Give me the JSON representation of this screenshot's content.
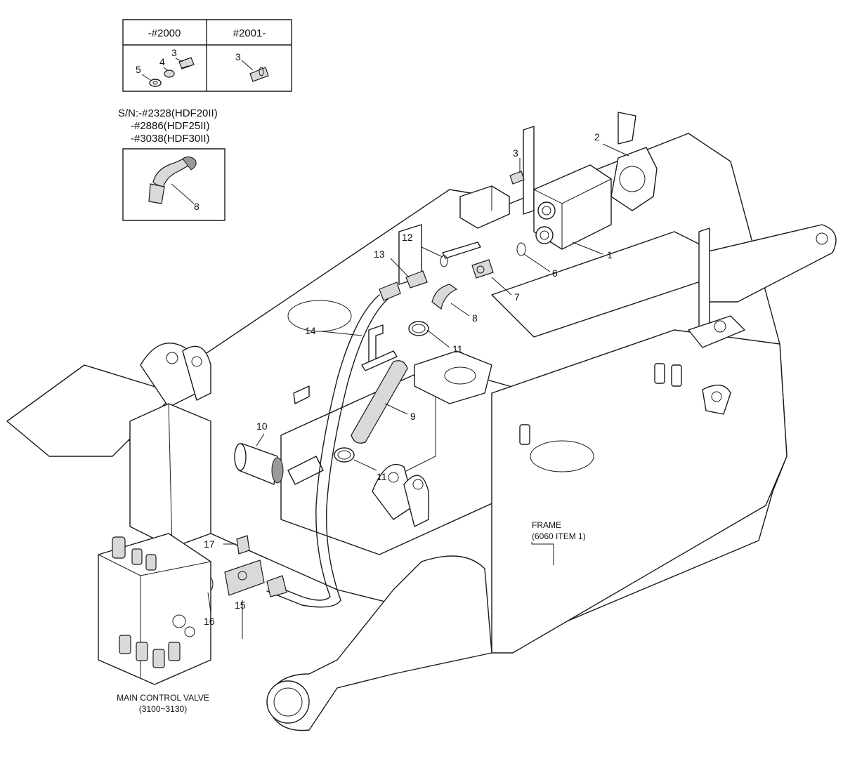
{
  "serial_table": {
    "col1_header": "-#2000",
    "col2_header": "#2001-",
    "col1_callouts": [
      "3",
      "4",
      "5"
    ],
    "col2_callouts": [
      "3"
    ]
  },
  "serial_note": {
    "line1": "S/N:-#2328(HDF20II)",
    "line2": "-#2886(HDF25II)",
    "line3": "-#3038(HDF30II)",
    "inset_callout": "8"
  },
  "callouts": {
    "c1": "1",
    "c2": "2",
    "c3": "3",
    "c6": "6",
    "c7": "7",
    "c8": "8",
    "c9": "9",
    "c10": "10",
    "c11a": "11",
    "c11b": "11",
    "c12": "12",
    "c13": "13",
    "c14": "14",
    "c15": "15",
    "c16": "16",
    "c17": "17"
  },
  "frame_label": {
    "line1": "FRAME",
    "line2": "(6060 ITEM 1)"
  },
  "valve_label": {
    "line1": "MAIN CONTROL VALVE",
    "line2": "(3100~3130)"
  }
}
